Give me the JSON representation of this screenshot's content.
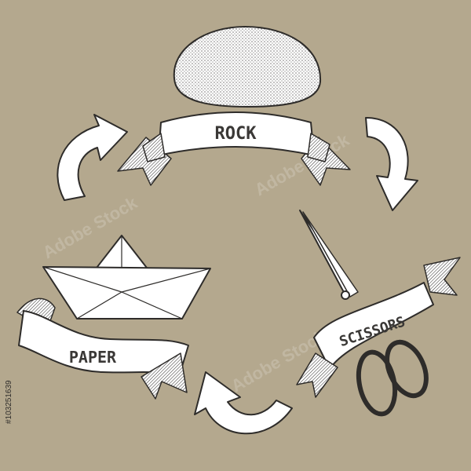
{
  "labels": {
    "rock": "ROCK",
    "scissors": "SCISSORS",
    "paper": "PAPER"
  },
  "watermark": {
    "text": "Adobe Stock",
    "stock_id": "#103251639"
  },
  "icons": {
    "rock": "rock-icon",
    "scissors": "scissors-icon",
    "paper": "paper-boat-icon",
    "arrow_left": "curved-arrow-icon",
    "arrow_right": "curved-arrow-icon",
    "arrow_bottom": "curved-arrow-icon"
  },
  "colors": {
    "background": "#b4a88e",
    "ink": "#2e2c2a",
    "fill": "#ffffff"
  }
}
